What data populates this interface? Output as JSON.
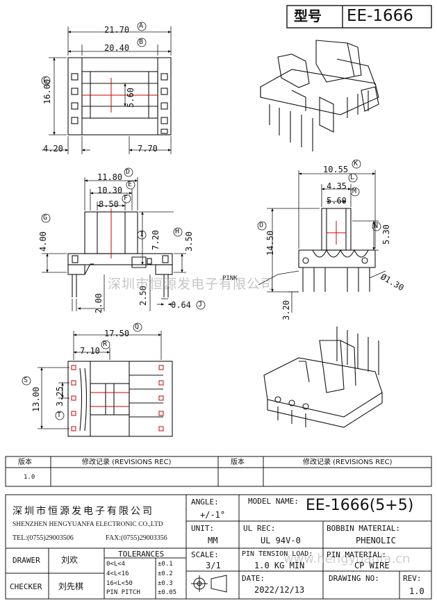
{
  "header": {
    "type_label": "型号",
    "type_value": "EE-1666"
  },
  "views": {
    "top": {
      "dims": {
        "d_a": "21.70",
        "d_b": "20.40",
        "d_c": "16.00",
        "d_d": "5.60",
        "d_left": "4.20",
        "d_right": "7.70"
      },
      "markers": {
        "a": "A",
        "b": "B",
        "c": "C"
      }
    },
    "front": {
      "dims": {
        "d_d": "11.80",
        "d_e": "10.30",
        "d_f": "8.50",
        "d_g": "4.00",
        "d_i": "7.20",
        "d_h": "3.50",
        "d_pin1": "2.00",
        "d_pin2": "2.50",
        "d_j": "0.64"
      },
      "markers": {
        "d": "D",
        "e": "E",
        "f": "F",
        "g": "G",
        "i": "I",
        "h": "H",
        "j": "J"
      }
    },
    "side": {
      "dims": {
        "d_k": "10.55",
        "d_l": "4.35",
        "d_m": "5.60",
        "d_n": "5.30",
        "d_o": "14.50",
        "d_dia": "Ø1.30",
        "d_bot": "3.20"
      },
      "markers": {
        "k": "K",
        "l": "L",
        "m": "M",
        "n": "N",
        "o": "O"
      },
      "pink_label": "PINK"
    },
    "bottom": {
      "dims": {
        "d_q": "17.50",
        "d_r": "7.10",
        "d_s": "13.00",
        "d_t": "3.25"
      },
      "markers": {
        "q": "Q",
        "r": "R",
        "s": "S",
        "t": "T"
      }
    }
  },
  "watermarks": {
    "company": "深圳市恒源发电子有限公司",
    "site": "www.hengyuanfa.cn"
  },
  "revisions": {
    "col_version": "版本",
    "col_record": "修改记录 (REVISIONS REC)",
    "row1_version": "1.0"
  },
  "title_block": {
    "company_cn": "深圳市恒源发电子有限公司",
    "company_en": "SHENZHEN HENGYUANFA ELECTRONIC CO.,LTD",
    "tel": "TEL:(0755)29003506",
    "fax": "FAX:(0755)29003356",
    "angle_label": "ANGLE:",
    "angle_value": "+/-1°",
    "model_label": "MODEL NAME:",
    "model_value": "EE-1666(5+5)",
    "unit_label": "UNIT:",
    "unit_value": "MM",
    "ul_label": "UL REC:",
    "ul_value": "UL 94V-0",
    "bobbin_label": "BOBBIN MATERIAL:",
    "bobbin_value": "PHENOLIC",
    "drawer_label": "DRAWER",
    "drawer_value": "刘欢",
    "checker_label": "CHECKER",
    "checker_value": "刘先棋",
    "tol_label": "TOLERANCES",
    "tol_rows": [
      {
        "range": "0<L<4",
        "tol": "±0.1"
      },
      {
        "range": "4<L<16",
        "tol": "±0.2"
      },
      {
        "range": "16<L<50",
        "tol": "±0.3"
      },
      {
        "range": "PIN PITCH",
        "tol": "±0.05"
      }
    ],
    "scale_label": "SCALE:",
    "scale_value": "3/1",
    "pin_tension_label": "PIN TENSION LOAD:",
    "pin_tension_value": "1.0 KG MIN",
    "pin_material_label": "PIN MATERIAL:",
    "pin_material_value": "CP WIRE",
    "date_label": "DATE:",
    "date_value": "2022/12/13",
    "drawing_no_label": "DRAWING NO:",
    "rev_label": "REV:",
    "rev_value": "1.0"
  }
}
